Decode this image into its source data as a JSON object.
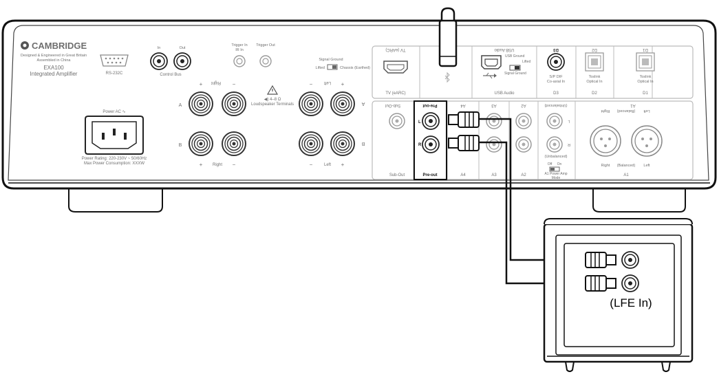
{
  "amplifier": {
    "brand": "CAMBRIDGE",
    "tagline_1": "Designed & Engineered in Great Britain",
    "tagline_2": "Assembled in China",
    "model": "EXA100",
    "model_desc": "Integrated Amplifier",
    "rs232_label": "RS-232C",
    "control_bus": {
      "in": "In",
      "out": "Out",
      "label": "Control Bus"
    },
    "trigger_in_1": "Trigger In",
    "trigger_in_2": "IR In",
    "trigger_out": "Trigger Out",
    "signal_ground": {
      "title": "Signal Ground",
      "lifted": "Lifted",
      "chassis": "Chassis (Earthed)"
    },
    "speakers": {
      "plus": "+",
      "minus": "−",
      "a": "A",
      "b": "B",
      "right": "Right",
      "left": "Left",
      "right_mirrored": "Right",
      "left_mirrored": "Left",
      "warning": "◀) 4–8 Ω",
      "terminals": "Loudspeaker Terminals"
    },
    "power": {
      "label": "Power AC ∿",
      "rating": "Power Rating: 220-230V ~ 50/60Hz",
      "consumption": "Max Power Consumption: XXXW"
    },
    "top_section": {
      "tv_arc_top": "TV (eARC)",
      "tv_arc": "TV (eARC)",
      "bluetooth_icon": "bluetooth-icon",
      "usb_top": "USB Audio",
      "usb_ground": "USB Ground",
      "usb_lifted": "Lifted",
      "usb_signal_ground": "Signal Ground",
      "usb_label": "USB Audio",
      "d3_top": "D3",
      "d3_desc_1": "S/P DIF",
      "d3_desc_2": "Co-axial In",
      "d3": "D3",
      "d2_top": "D2",
      "d2_desc_1": "Toslink",
      "d2_desc_2": "Optical In",
      "d2": "D2",
      "d1_top": "D1",
      "d1_desc_1": "Toslink",
      "d1_desc_2": "Optical In",
      "d1": "D1"
    },
    "bottom_section": {
      "subout_top": "Sub-Out",
      "subout": "Sub-Out",
      "preout_top": "Pre-out",
      "preout": "Pre-out",
      "l": "L",
      "r": "R",
      "a4_top": "A4",
      "a4": "A4",
      "a3_top": "A3",
      "a3": "A3",
      "a2_top": "A2",
      "a2": "A2",
      "unbalanced": "(Unbalanced)",
      "unbalanced_top": "(Unbalanced)",
      "a1_top": "A1",
      "balanced_top": "(Balanced)",
      "right_top": "Right",
      "left_top": "Left",
      "right": "Right",
      "balanced": "(Balanced)",
      "left": "Left",
      "a1": "A1",
      "power_amp_off": "Off",
      "power_amp_on": "On",
      "power_amp_1": "A1 Power Amp",
      "power_amp_2": "Mode",
      "l_small": "L",
      "r_small": "R"
    }
  },
  "subwoofer": {
    "input_label": "(LFE In)"
  }
}
